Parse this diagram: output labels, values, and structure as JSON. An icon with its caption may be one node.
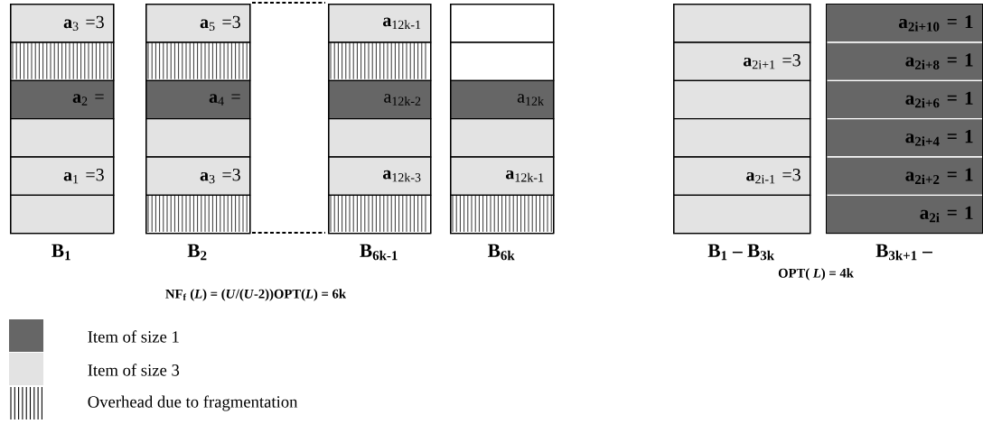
{
  "diagram": {
    "nodes": [
      {
        "text": [
          "B$_{1}$"
        ]
      },
      {
        "text": [
          "**a**$_{3}$ =3"
        ],
        "in": 0
      },
      {
        "text": [],
        "shape": "box",
        "in": 0
      },
      {
        "text": [
          "**a**$_{2}$ ="
        ],
        "in": 0
      },
      {
        "text": [],
        "shape": "box",
        "in": 0
      },
      {
        "text": [
          "**a**$_{1}$ =3"
        ],
        "in": 0
      },
      {
        "text": [],
        "shape": "box",
        "in": 0
      },
      {
        "text": [
          "B$_{2}$"
        ]
      },
      {
        "text": [
          "**a**$_{5}$ =3"
        ],
        "in": 7
      },
      {
        "text": [],
        "shape": "box",
        "in": 7
      },
      {
        "text": [
          "**a**$_{4}$ ="
        ],
        "in": 7
      },
      {
        "text": [],
        "shape": "box",
        "in": 7
      },
      {
        "text": [
          "**a**$_{3}$ =3"
        ],
        "in": 7
      },
      {
        "text": [],
        "shape": "box",
        "in": 7
      },
      {
        "text": [
          "B$_{6k-1}$"
        ]
      },
      {
        "text": [
          "**a**$_{12k-1}$"
        ],
        "in": 14
      },
      {
        "text": [],
        "shape": "box",
        "in": 14
      },
      {
        "text": [
          "a$_{12k-2}$"
        ],
        "in": 14
      },
      {
        "text": [],
        "shape": "box",
        "in": 14
      },
      {
        "text": [
          "**a**$_{12k-3}$"
        ],
        "in": 14
      },
      {
        "text": [],
        "shape": "box",
        "in": 14
      },
      {
        "text": [
          "B$_{6k}$"
        ]
      },
      {
        "text": [],
        "shape": "box",
        "in": 21
      },
      {
        "text": [],
        "shape": "box",
        "in": 21
      },
      {
        "text": [
          "a$_{12k}$"
        ],
        "in": 21
      },
      {
        "text": [],
        "shape": "box",
        "in": 21
      },
      {
        "text": [
          "**a**$_{12k-1}$"
        ],
        "in": 21
      },
      {
        "text": [],
        "shape": "box",
        "in": 21
      },
      {
        "text": [
          "B$_{1}$ – B$_{3k}$"
        ]
      },
      {
        "text": [],
        "shape": "box",
        "in": 28
      },
      {
        "text": [
          "**a**$_{2i+1}$ =3"
        ],
        "in": 28
      },
      {
        "text": [],
        "shape": "box",
        "in": 28
      },
      {
        "text": [],
        "shape": "box",
        "in": 28
      },
      {
        "text": [
          "**a**$_{2i-1}$ =3"
        ],
        "in": 28
      },
      {
        "text": [],
        "shape": "box",
        "in": 28
      },
      {
        "text": [
          "B$_{3k+1}$ –"
        ]
      },
      {
        "text": [
          "a$_{2i+10}$ = 1"
        ],
        "in": 35
      },
      {
        "text": [
          "a$_{2i+8}$ = 1"
        ],
        "in": 35
      },
      {
        "text": [
          "a$_{2i+6}$ = 1"
        ],
        "in": 35
      },
      {
        "text": [
          "a$_{2i+4}$ = 1"
        ],
        "in": 35
      },
      {
        "text": [
          "a$_{2i+2}$ = 1"
        ],
        "in": 35
      },
      {
        "text": [
          "a$_{2i}$ = 1"
        ],
        "in": 35
      }
    ],
    "labels": [
      "OPT( *L*) = 4k",
      "NF$_{f}$ (*L*) = (*U*/(*U*-2))OPT(*L*) = 6k"
    ],
    "legend": [
      {
        "text": "Item of size 1",
        "color": "#666666"
      },
      {
        "text": "Item of size 3",
        "color": "#e3e3e3"
      },
      {
        "text": "Overhead due to fragmentation"
      }
    ]
  }
}
